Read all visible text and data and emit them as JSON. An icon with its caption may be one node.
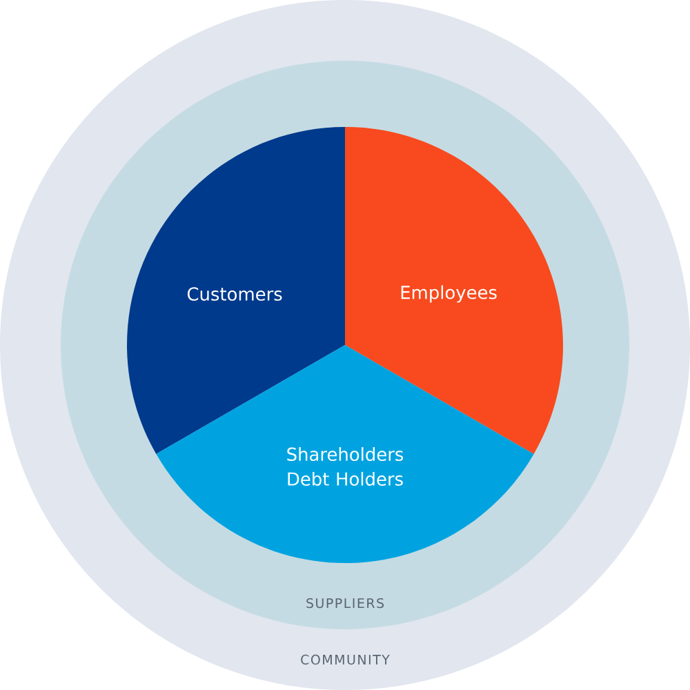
{
  "diagram": {
    "nodes": [
      {
        "text": [
          "COMMUNITY"
        ]
      },
      {
        "text": [
          "SUPPLIERS"
        ],
        "in": 0
      },
      {
        "text": [
          "Customers"
        ],
        "in": 1
      },
      {
        "text": [
          "Employees"
        ],
        "in": 1
      },
      {
        "text": [
          "Shareholders Debt Holders"
        ],
        "in": 1
      }
    ]
  }
}
